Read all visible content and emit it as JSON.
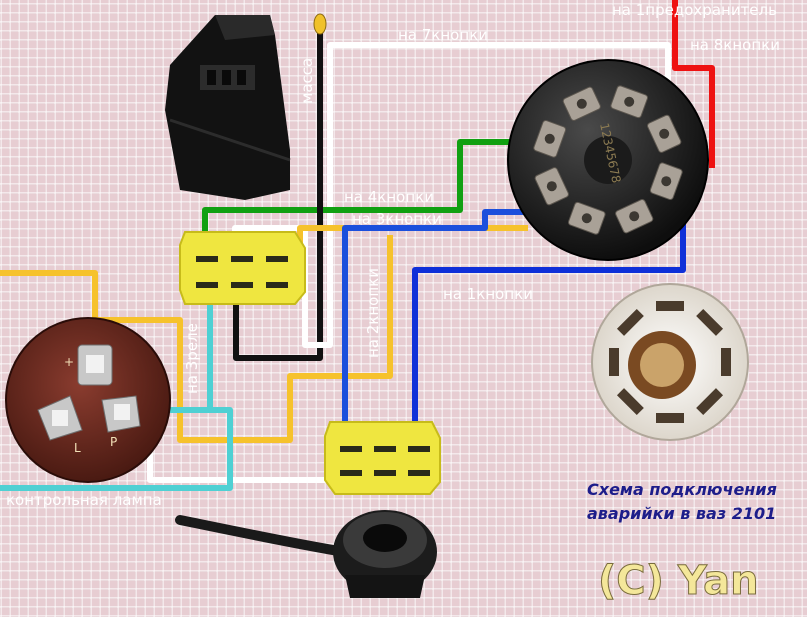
{
  "labels": {
    "button7": "на 7кнопки",
    "fuse1": "на 1предохранитель",
    "button8": "на 8кнопки",
    "ground": "масса",
    "button4": "на 4кнопки",
    "button3": "на 3кнопки",
    "button2": "на 2кнопки",
    "button1": "на 1кнопки",
    "relay3": "на 3реле",
    "control_lamp": "контрольная лампа"
  },
  "relay_terminals": {
    "plus": "+",
    "l": "L",
    "p": "P"
  },
  "button_numbers": "12345678",
  "caption": {
    "line1": "Схема подключения",
    "line2": "аварийки в ваз 2101"
  },
  "copyright": "(C) Yan",
  "colors": {
    "white": "#ffffff",
    "red": "#ee1111",
    "green": "#11a011",
    "blue": "#1b4fdc",
    "yellow": "#f6c22c",
    "cyan": "#4fd0d3",
    "black": "#111111"
  }
}
